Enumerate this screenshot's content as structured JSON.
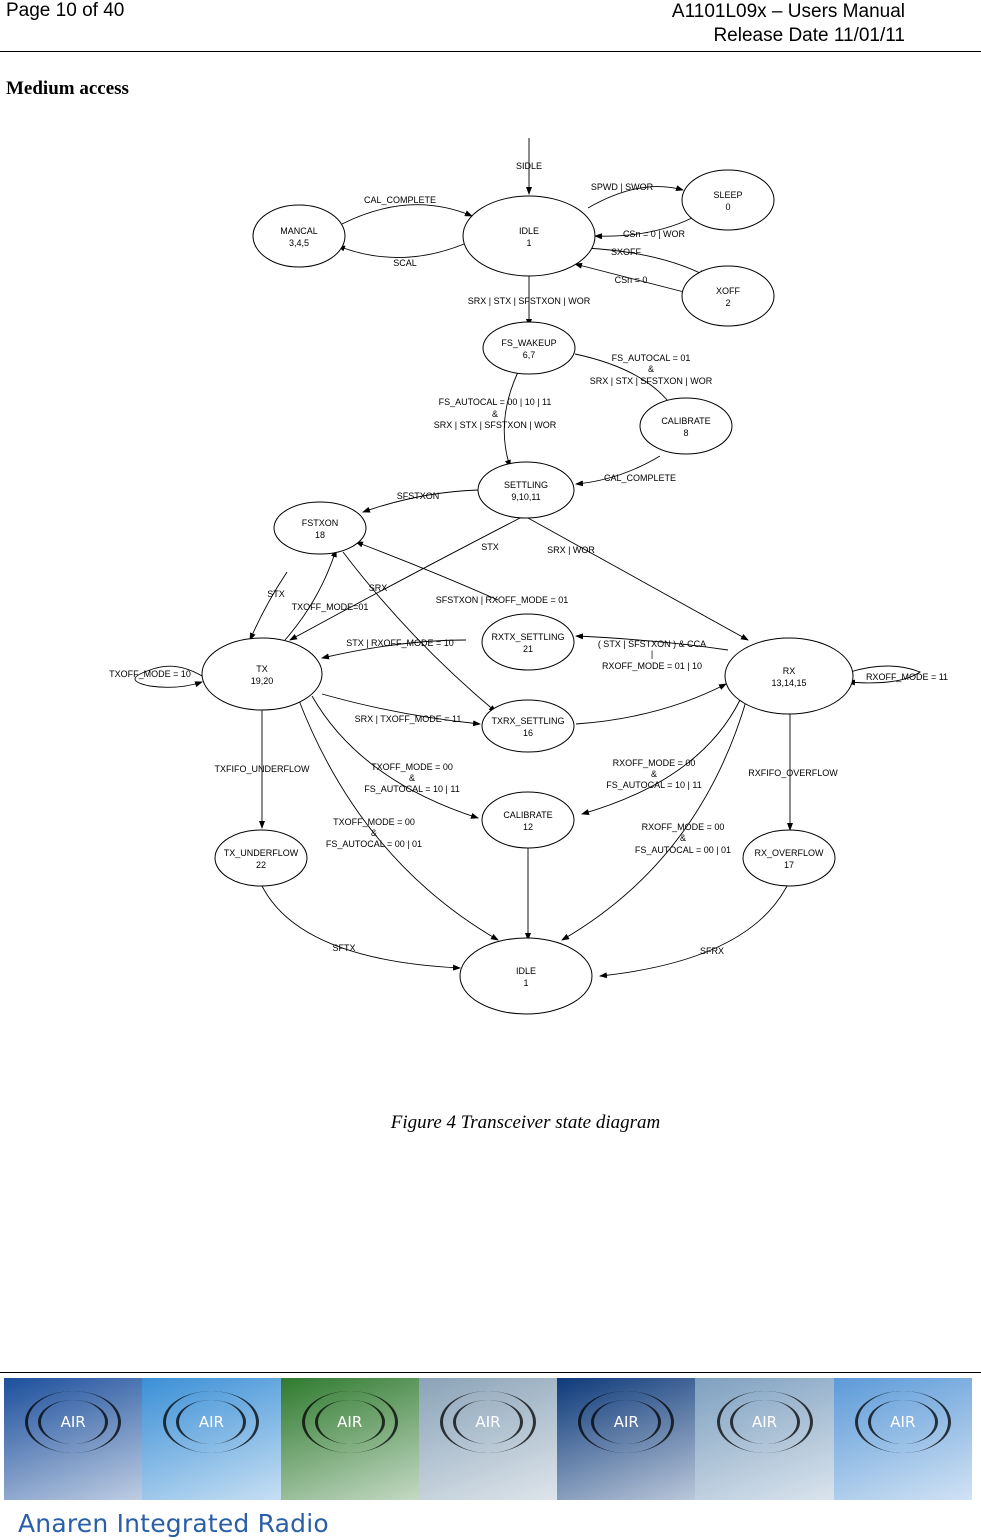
{
  "header": {
    "page": "Page 10 of 40",
    "title": "A1101L09x – Users Manual",
    "release": "Release Date 11/01/11"
  },
  "section_title": "Medium access",
  "diagram": {
    "states": {
      "idle_top": {
        "name": "IDLE",
        "num": "1"
      },
      "mancal": {
        "name": "MANCAL",
        "num": "3,4,5"
      },
      "sleep": {
        "name": "SLEEP",
        "num": "0"
      },
      "xoff": {
        "name": "XOFF",
        "num": "2"
      },
      "fs_wakeup": {
        "name": "FS_WAKEUP",
        "num": "6,7"
      },
      "calibrate8": {
        "name": "CALIBRATE",
        "num": "8"
      },
      "settling": {
        "name": "SETTLING",
        "num": "9,10,11"
      },
      "fstxon": {
        "name": "FSTXON",
        "num": "18"
      },
      "tx": {
        "name": "TX",
        "num": "19,20"
      },
      "rx": {
        "name": "RX",
        "num": "13,14,15"
      },
      "rxtx_settling": {
        "name": "RXTX_SETTLING",
        "num": "21"
      },
      "txrx_settling": {
        "name": "TXRX_SETTLING",
        "num": "16"
      },
      "calibrate12": {
        "name": "CALIBRATE",
        "num": "12"
      },
      "tx_underflow": {
        "name": "TX_UNDERFLOW",
        "num": "22"
      },
      "rx_overflow": {
        "name": "RX_OVERFLOW",
        "num": "17"
      },
      "idle_bottom": {
        "name": "IDLE",
        "num": "1"
      }
    },
    "labels": {
      "sidle": "SIDLE",
      "cal_complete_top": "CAL_COMPLETE",
      "scal": "SCAL",
      "spwd_swor": "SPWD | SWOR",
      "csn_wor": "CSn = 0 | WOR",
      "sxoff": "SXOFF",
      "csn0": "CSn = 0",
      "srx_stx_wor": "SRX | STX | SFSTXON | WOR",
      "fs_autocal_01": "FS_AUTOCAL = 01",
      "amp1": "&",
      "srx_stx_wor2": "SRX | STX | SFSTXON | WOR",
      "fs_autocal_00": "FS_AUTOCAL = 00 | 10 | 11",
      "amp2": "&",
      "srx_stx_wor3": "SRX | STX | SFSTXON | WOR",
      "cal_complete_mid": "CAL_COMPLETE",
      "sfstxon": "SFSTXON",
      "stx1": "STX",
      "srx_wor": "SRX | WOR",
      "stx2": "STX",
      "srx1": "SRX",
      "txoff_mode_01": "TXOFF_MODE=01",
      "sfstxon_rxoff": "SFSTXON | RXOFF_MODE = 01",
      "stx_rxoff_10": "STX | RXOFF_MODE = 10",
      "stx_sfstxon_cca": "( STX | SFSTXON ) & CCA",
      "pipe": "|",
      "rxoff_01_10": "RXOFF_MODE = 01 | 10",
      "txoff_10": "TXOFF_MODE = 10",
      "rxoff_11": "RXOFF_MODE = 11",
      "srx_txoff_11": "SRX | TXOFF_MODE = 11",
      "txfifo_underflow": "TXFIFO_UNDERFLOW",
      "txoff_00_a": "TXOFF_MODE = 00",
      "amp3": "&",
      "fs_autocal_10_11": "FS_AUTOCAL = 10 | 11",
      "rxoff_00_a": "RXOFF_MODE = 00",
      "amp4": "&",
      "fs_autocal_10_11b": "FS_AUTOCAL = 10 | 11",
      "rxfifo_overflow": "RXFIFO_OVERFLOW",
      "txoff_00_b": "TXOFF_MODE = 00",
      "amp5": "&",
      "fs_autocal_00_01": "FS_AUTOCAL = 00 | 01",
      "rxoff_00_b": "RXOFF_MODE = 00",
      "amp6": "&",
      "fs_autocal_00_01b": "FS_AUTOCAL = 00 | 01",
      "sftx": "SFTX",
      "sfrx": "SFRX"
    }
  },
  "caption": "Figure 4 Transceiver state diagram",
  "footer": {
    "air_badge": "AIR",
    "brand": "Anaren Integrated Radio",
    "panel_colors": [
      "#1c4f9c",
      "#3a8fd6",
      "#2f7a2f",
      "#8aa3b8",
      "#0d3a7a",
      "#7ea0c0",
      "#5c9ad8"
    ]
  }
}
